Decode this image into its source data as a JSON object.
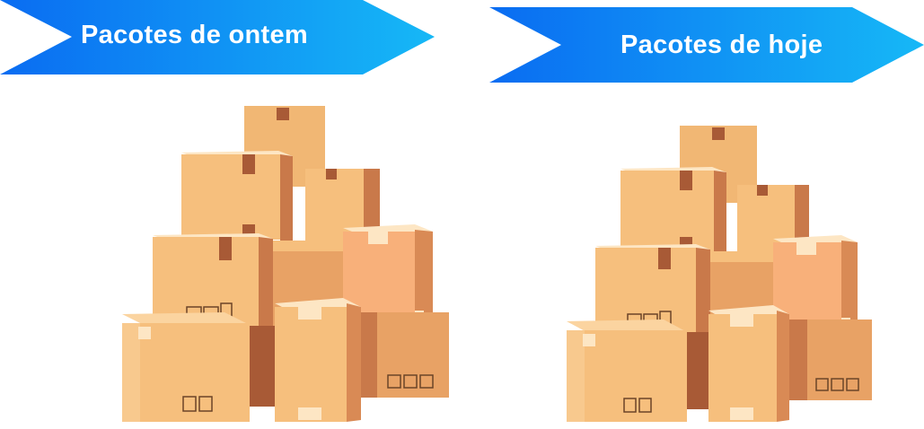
{
  "banners": {
    "left": {
      "label": "Pacotes de ontem"
    },
    "right": {
      "label": "Pacotes de hoje"
    }
  },
  "colors": {
    "banner_start": "#0a6cf2",
    "banner_end": "#16b8f6",
    "box_light": "#f6bf7d",
    "box_mid": "#e8a265",
    "box_dark": "#c9794a",
    "box_shadow": "#a85a36",
    "tape": "#fde6c4",
    "tape_dark": "#b77b4e",
    "print": "#6b4428"
  },
  "icons": {
    "package_symbols": "fragile-umbrella-this-way-up-icons"
  }
}
